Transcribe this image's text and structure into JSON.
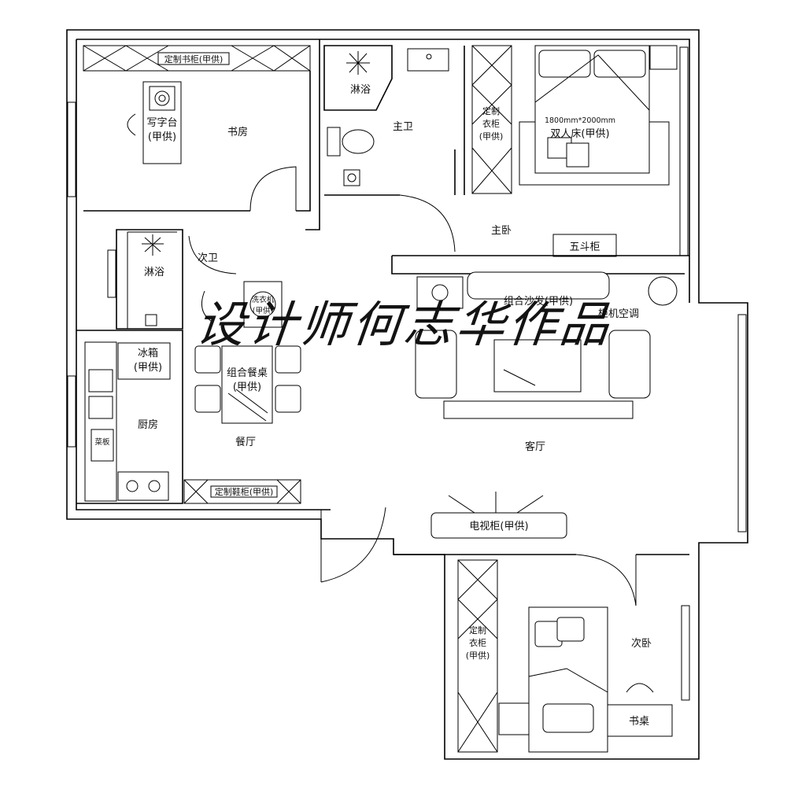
{
  "rooms": {
    "study": "书房",
    "master_bath": "主卫",
    "master_bedroom": "主卧",
    "second_bath": "次卫",
    "kitchen": "厨房",
    "dining": "餐厅",
    "living": "客厅",
    "second_bedroom": "次卧"
  },
  "fixtures": {
    "custom_bookshelf": "定制书柜(甲供)",
    "desk_line1": "写字台",
    "desk_line2": "(甲供)",
    "shower_master": "淋浴",
    "shower_second": "淋浴",
    "wardrobe_master": [
      "定制",
      "衣柜",
      "(甲供)"
    ],
    "bed_size": "1800mm*2000mm",
    "bed_label": "双人床(甲供)",
    "five_drawer": "五斗柜",
    "sofa": "组合沙发(甲供)",
    "ac": "柜机空调",
    "washer": [
      "洗衣机",
      "(甲供)"
    ],
    "fridge": [
      "冰箱",
      "(甲供)"
    ],
    "dining_table": [
      "组合餐桌",
      "(甲供)"
    ],
    "fridge_small": "菜板",
    "shoe_cabinet": "定制鞋柜(甲供)",
    "tv_cabinet": "电视柜(甲供)",
    "wardrobe_second": [
      "定制",
      "衣柜",
      "(甲供)"
    ],
    "desk_second": "书桌"
  },
  "watermark": "设计师何志华作品"
}
